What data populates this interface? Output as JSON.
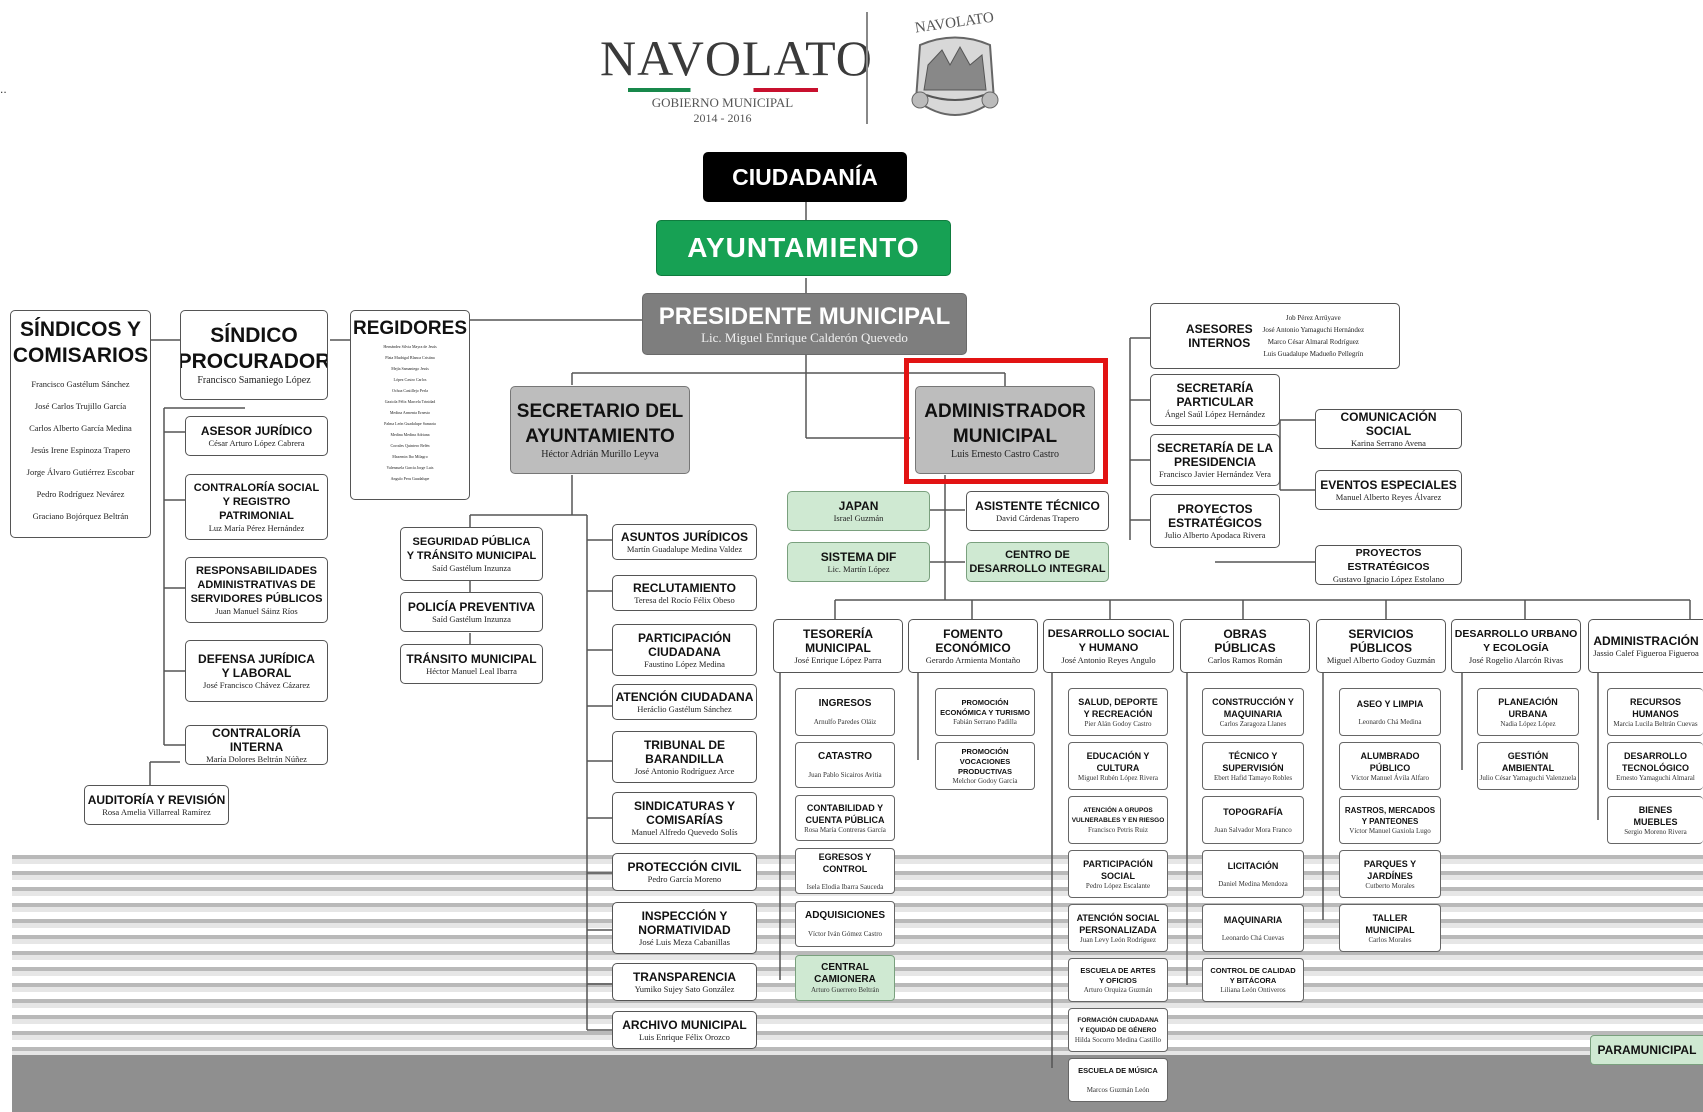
{
  "logo": {
    "name": "NAVOLATO",
    "sub": "GOBIERNO MUNICIPAL",
    "years": "2014 - 2016",
    "seal_text": "NAVOLATO"
  },
  "corner_mark": "..",
  "top": {
    "ciudadania": "CIUDADANÍA",
    "ayuntamiento": "AYUNTAMIENTO",
    "presidente": "PRESIDENTE MUNICIPAL",
    "presidente_name": "Lic. Miguel Enrique Calderón Quevedo"
  },
  "colors": {
    "ciudadania": "#000000",
    "ayuntamiento": "#17a154",
    "gray": "#7e7e7e",
    "green": "#cfe9d2",
    "highlight": "#e21313"
  },
  "sindicos": {
    "title": "SÍNDICOS Y\nCOMISARIOS",
    "names": "Francisco Gastélum Sánchez\nJosé Carlos Trujillo García\nCarlos Alberto García Medina\nJesús Irene Espinoza Trapero\nJorge Álvaro Gutiérrez Escobar\nPedro Rodríguez Nevárez\nGraciano Bojórquez Beltrán"
  },
  "sindico": {
    "title": "SÍNDICO\nPROCURADOR",
    "name": "Francisco Samaniego López"
  },
  "regidores": {
    "title": "REGIDORES",
    "names": "Hernández Silvia Mayra de Jesús\nPlata Madrigal Blanca Cristina\nMejía Samaniego Jesús\nLópez Castro Carlos\nOchoa Castillejo Perla\nGaxiola Félix Marcela Trinidad\nMedina Armenta Ernesto\nPalma León Guadalupe Samaria\nMedina Medina Adriana\nCorrales Quintero Belén\nMaxemin Ibo Milagro\nValenzuela García Jorge Luis\nAngulo Peru Guadalupe"
  },
  "sindico_units": [
    {
      "t": "ASESOR JURÍDICO",
      "n": "César Arturo López Cabrera"
    },
    {
      "t": "CONTRALORÍA SOCIAL\nY REGISTRO PATRIMONIAL",
      "n": "Luz María Pérez Hernández"
    },
    {
      "t": "RESPONSABILIDADES\nADMINISTRATIVAS DE\nSERVIDORES PÚBLICOS",
      "n": "Juan Manuel Sáinz Ríos"
    },
    {
      "t": "DEFENSA JURÍDICA\nY LABORAL",
      "n": "José Francisco Chávez Cázarez"
    },
    {
      "t": "CONTRALORÍA INTERNA",
      "n": "María Dolores Beltrán Núñez"
    },
    {
      "t": "AUDITORÍA Y REVISIÓN",
      "n": "Rosa Amelia Villarreal Ramírez"
    }
  ],
  "secretario": {
    "t": "SECRETARIO DEL\nAYUNTAMIENTO",
    "n": "Héctor Adrián Murillo Leyva"
  },
  "seguridad": [
    {
      "t": "SEGURIDAD PÚBLICA\nY TRÁNSITO MUNICIPAL",
      "n": "Saíd Gastélum Inzunza"
    },
    {
      "t": "POLICÍA PREVENTIVA",
      "n": "Saíd Gastélum Inzunza"
    },
    {
      "t": "TRÁNSITO MUNICIPAL",
      "n": "Héctor Manuel Leal Ibarra"
    }
  ],
  "secretaria_units": [
    {
      "t": "ASUNTOS JURÍDICOS",
      "n": "Martín Guadalupe Medina Valdez"
    },
    {
      "t": "RECLUTAMIENTO",
      "n": "Teresa del Rocío Félix Obeso"
    },
    {
      "t": "PARTICIPACIÓN\nCIUDADANA",
      "n": "Faustino López Medina"
    },
    {
      "t": "ATENCIÓN CIUDADANA",
      "n": "Heráclio Gastélum Sánchez"
    },
    {
      "t": "TRIBUNAL DE\nBARANDILLA",
      "n": "José Antonio Rodríguez Arce"
    },
    {
      "t": "SINDICATURAS Y\nCOMISARÍAS",
      "n": "Manuel Alfredo Quevedo Solís"
    },
    {
      "t": "PROTECCIÓN CIVIL",
      "n": "Pedro García Moreno"
    },
    {
      "t": "INSPECCIÓN Y\nNORMATIVIDAD",
      "n": "José Luis Meza Cabanillas"
    },
    {
      "t": "TRANSPARENCIA",
      "n": "Yumiko Sujey Sato González"
    },
    {
      "t": "ARCHIVO MUNICIPAL",
      "n": "Luis Enrique Félix Orozco"
    }
  ],
  "administrador": {
    "t": "ADMINISTRADOR\nMUNICIPAL",
    "n": "Luis Ernesto Castro Castro"
  },
  "admin_side": [
    {
      "t": "JAPAN",
      "n": "Israel Guzmán"
    },
    {
      "t": "ASISTENTE TÉCNICO",
      "n": "David Cárdenas Trapero"
    },
    {
      "t": "SISTEMA DIF",
      "n": "Lic. Martín López"
    },
    {
      "t": "CENTRO DE\nDESARROLLO INTEGRAL",
      "n": ""
    }
  ],
  "asesores": {
    "t": "ASESORES\nINTERNOS",
    "n": "Job Pérez Arrüyave\nJosé Antonio Yamaguchi Hernández\nMarco César Almaral Rodríguez\nLuis Guadalupe Madueño Pellegrín"
  },
  "right_units": [
    {
      "t": "SECRETARÍA\nPARTICULAR",
      "n": "Ángel Saúl López Hernández"
    },
    {
      "t": "SECRETARÍA DE LA\nPRESIDENCIA",
      "n": "Francisco Javier Hernández Vera"
    },
    {
      "t": "PROYECTOS\nESTRATÉGICOS",
      "n": "Julio Alberto Apodaca Rivera"
    },
    {
      "t": "COMUNICACIÓN SOCIAL",
      "n": "Karina Serrano Avena"
    },
    {
      "t": "EVENTOS ESPECIALES",
      "n": "Manuel Alberto Reyes Álvarez"
    },
    {
      "t": "PROYECTOS ESTRATÉGICOS",
      "n": "Gustavo Ignacio López Estolano"
    }
  ],
  "direcciones": [
    {
      "t": "TESORERÍA\nMUNICIPAL",
      "n": "José Enrique López Parra"
    },
    {
      "t": "FOMENTO\nECONÓMICO",
      "n": "Gerardo Armienta Montaño"
    },
    {
      "t": "DESARROLLO SOCIAL\nY HUMANO",
      "n": "José Antonio Reyes Angulo"
    },
    {
      "t": "OBRAS\nPÚBLICAS",
      "n": "Carlos Ramos Román"
    },
    {
      "t": "SERVICIOS\nPÚBLICOS",
      "n": "Miguel Alberto Godoy Guzmán"
    },
    {
      "t": "DESARROLLO URBANO\nY ECOLOGÍA",
      "n": "José Rogelio Alarcón Rivas"
    },
    {
      "t": "ADMINISTRACIÓN",
      "n": "Jassio Calef Figueroa Figueroa"
    }
  ],
  "tesoreria_units": [
    {
      "t": "INGRESOS",
      "n": "Arnulfo Paredes Oláiz"
    },
    {
      "t": "CATASTRO",
      "n": "Juan Pablo Sicairos Avitia"
    },
    {
      "t": "CONTABILIDAD Y\nCUENTA PÚBLICA",
      "n": "Rosa María Contreras García"
    },
    {
      "t": "EGRESOS Y CONTROL",
      "n": "Isela Elodia Ibarra Sauceda"
    },
    {
      "t": "ADQUISICIONES",
      "n": "Víctor Iván Gómez Castro"
    },
    {
      "t": "CENTRAL\nCAMIONERA",
      "n": "Arturo Guerrero Beltrán"
    }
  ],
  "fomento_units": [
    {
      "t": "PROMOCIÓN\nECONÓMICA Y TURISMO",
      "n": "Fabián Serrano Padilla"
    },
    {
      "t": "PROMOCIÓN VOCACIONES\nPRODUCTIVAS",
      "n": "Melchor Godoy García"
    }
  ],
  "social_units": [
    {
      "t": "SALUD, DEPORTE\nY RECREACIÓN",
      "n": "Pier Alán Godoy Castro"
    },
    {
      "t": "EDUCACIÓN Y\nCULTURA",
      "n": "Miguel Rubén López Rivera"
    },
    {
      "t": "ATENCIÓN A GRUPOS\nVULNERABLES Y EN RIESGO",
      "n": "Francisco Petris Ruiz"
    },
    {
      "t": "PARTICIPACIÓN\nSOCIAL",
      "n": "Pedro López Escalante"
    },
    {
      "t": "ATENCIÓN SOCIAL\nPERSONALIZADA",
      "n": "Juan Levy León Rodríguez"
    },
    {
      "t": "ESCUELA DE ARTES\nY OFICIOS",
      "n": "Arturo Orquiza Guzmán"
    },
    {
      "t": "FORMACIÓN CIUDADANA\nY EQUIDAD DE GÉNERO",
      "n": "Hilda Socorro Medina Castillo"
    },
    {
      "t": "ESCUELA DE MÚSICA",
      "n": "Marcos Guzmán León"
    }
  ],
  "obras_units": [
    {
      "t": "CONSTRUCCIÓN Y\nMAQUINARIA",
      "n": "Carlos Zaragoza Llanes"
    },
    {
      "t": "TÉCNICO Y\nSUPERVISIÓN",
      "n": "Ebert Hafid Tamayo Robles"
    },
    {
      "t": "TOPOGRAFÍA",
      "n": "Juan Salvador Mora Franco"
    },
    {
      "t": "LICITACIÓN",
      "n": "Daniel Medina Mendoza"
    },
    {
      "t": "MAQUINARIA",
      "n": "Leonardo Chá Cuevas"
    },
    {
      "t": "CONTROL DE CALIDAD\nY BITÁCORA",
      "n": "Liliana León Ontiveros"
    }
  ],
  "servicios_units": [
    {
      "t": "ASEO Y LIMPIA",
      "n": "Leonardo Chá Medina"
    },
    {
      "t": "ALUMBRADO\nPÚBLICO",
      "n": "Víctor Manuel Ávila Alfaro"
    },
    {
      "t": "RASTROS, MERCADOS\nY PANTEONES",
      "n": "Víctor Manuel Gaxiola Lugo"
    },
    {
      "t": "PARQUES Y\nJARDÍNES",
      "n": "Cutberto Morales"
    },
    {
      "t": "TALLER\nMUNICIPAL",
      "n": "Carlos Morales"
    }
  ],
  "urbano_units": [
    {
      "t": "PLANEACIÓN\nURBANA",
      "n": "Nadia López López"
    },
    {
      "t": "GESTIÓN\nAMBIENTAL",
      "n": "Julio César Yamaguchi Valenzuela"
    }
  ],
  "admin_units": [
    {
      "t": "RECURSOS\nHUMANOS",
      "n": "Marcia Lucila Beltrán Cuevas"
    },
    {
      "t": "DESARROLLO\nTECNOLÓGICO",
      "n": "Ernesto Yamaguchi Almaral"
    },
    {
      "t": "BIENES\nMUEBLES",
      "n": "Sergio Moreno Rivera"
    }
  ],
  "paramunicipal": "PARAMUNICIPAL"
}
